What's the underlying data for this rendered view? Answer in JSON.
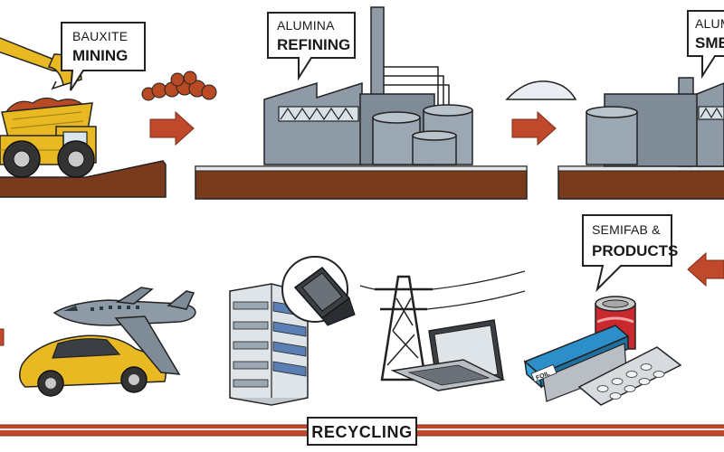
{
  "stages": {
    "mining": {
      "line1": "BAUXITE",
      "line2": "MINING"
    },
    "refining": {
      "line1": "ALUMINA",
      "line2": "REFINING"
    },
    "smelting": {
      "line1": "ALUMINA",
      "line2": "SMELTING"
    },
    "semifab": {
      "line1": "SEMIFAB &",
      "line2": "PRODUCTS"
    }
  },
  "recycling": {
    "label": "RECYCLING"
  },
  "products": {
    "foil_label": "FOIL"
  },
  "colors": {
    "ground": "#7a3b1c",
    "arrow": "#c0492b",
    "truck": "#e8b923",
    "car": "#e8b923",
    "building": "#8e9aa6",
    "ore": "#b84a24",
    "recycling_bar": "#c0492b",
    "can_red": "#c8282e",
    "foil_box": "#2c8fc9"
  },
  "icons": [
    "excavator-arm-icon",
    "dump-truck-icon",
    "bauxite-ore-icon",
    "alumina-powder-icon",
    "refinery-icon",
    "smelter-icon",
    "airplane-icon",
    "sports-car-icon",
    "office-building-icon",
    "window-frame-profile-icon",
    "power-pylon-icon",
    "laptop-icon",
    "soda-can-icon",
    "foil-box-icon",
    "blister-pack-icon",
    "flow-arrow-icon"
  ]
}
